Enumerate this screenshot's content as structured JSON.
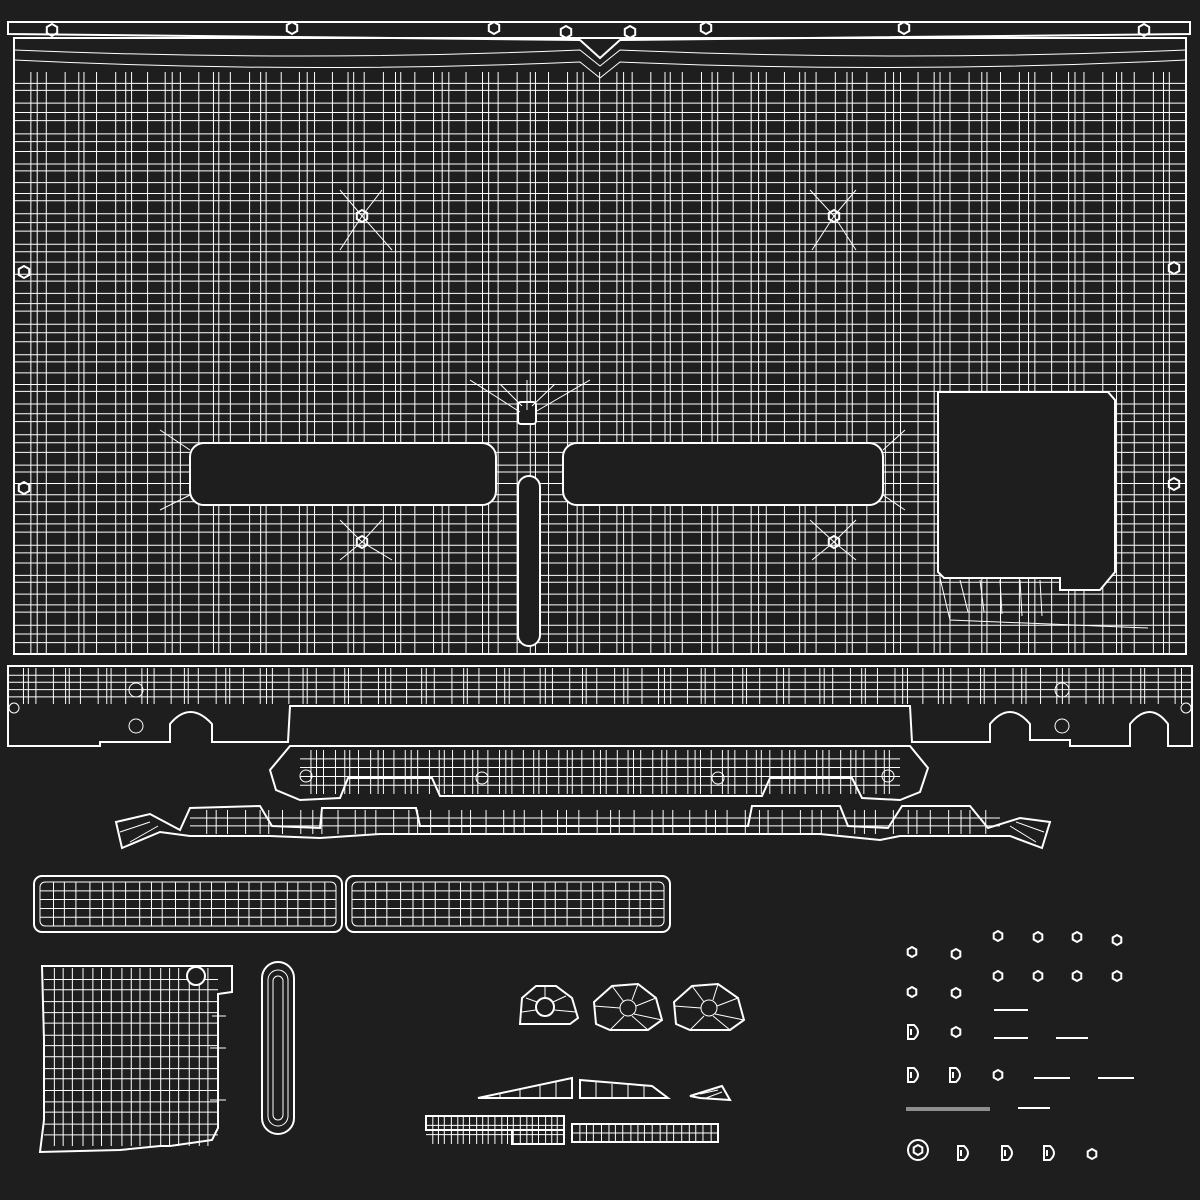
{
  "view": {
    "background": "#1e1e1e",
    "wire_color": "#ffffff",
    "kind": "uv-wireframe-layout"
  },
  "islands": [
    {
      "name": "back-panel",
      "shape": "rectangle-with-cutouts"
    },
    {
      "name": "bottom-strip",
      "shape": "strip"
    },
    {
      "name": "stand-upper",
      "shape": "trapezoid-strip"
    },
    {
      "name": "stand-lower",
      "shape": "profile-strip"
    },
    {
      "name": "rounded-bar-left",
      "shape": "rounded-rectangle"
    },
    {
      "name": "rounded-bar-right",
      "shape": "rounded-rectangle"
    },
    {
      "name": "corner-panel",
      "shape": "square"
    },
    {
      "name": "vertical-capsule",
      "shape": "capsule"
    },
    {
      "name": "dome-pieces",
      "shape": "dome",
      "count": 3
    },
    {
      "name": "wedge-pieces",
      "shape": "wedge",
      "count": 3
    },
    {
      "name": "block-strips",
      "shape": "strip",
      "count": 2
    },
    {
      "name": "small-parts-cluster",
      "shape": "mixed"
    }
  ]
}
